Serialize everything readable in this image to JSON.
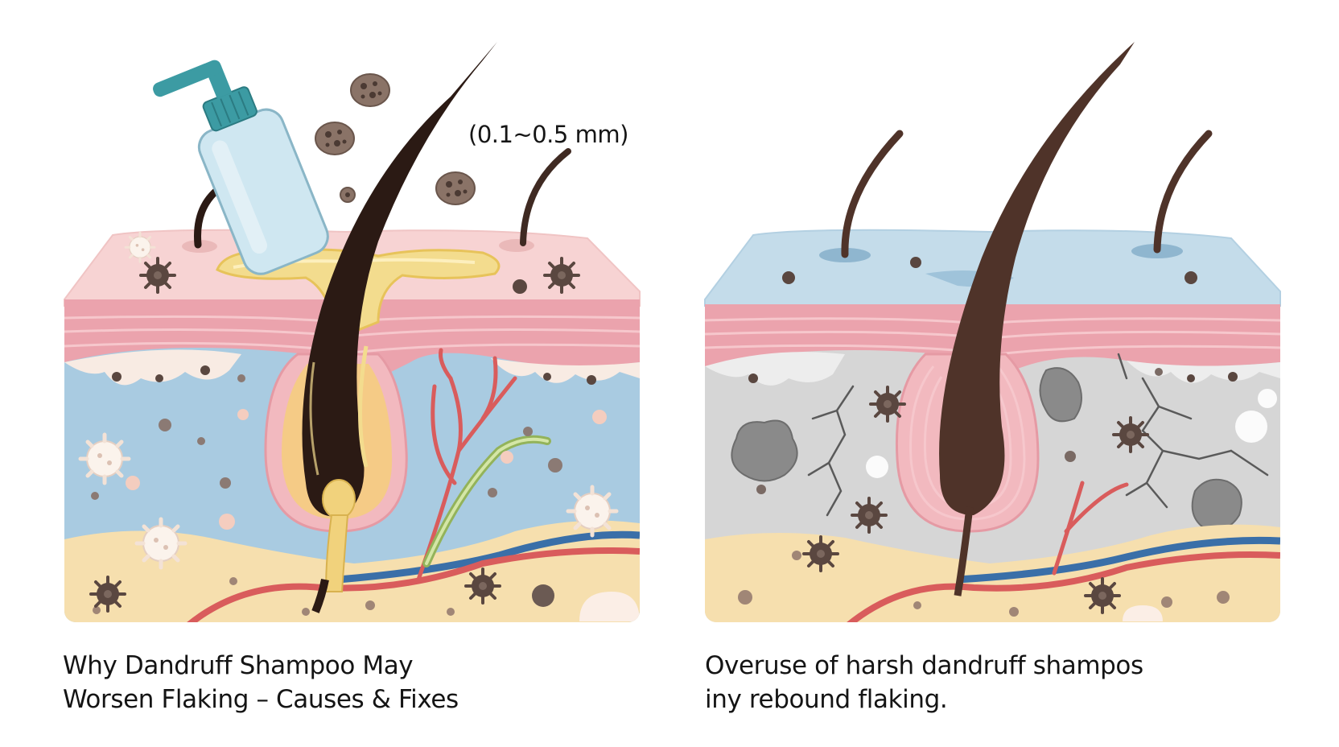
{
  "panels": {
    "left": {
      "annotation": "(0.1~0.5 mm)",
      "caption_line1": "Why Dandruff Shampoo May",
      "caption_line2": "Worsen Flaking – Causes & Fixes"
    },
    "right": {
      "caption_line1": "Overuse of harsh dandruff shampos",
      "caption_line2": "iny rebound flaking."
    }
  },
  "colors": {
    "background": "#ffffff",
    "skin_surface_pink": "#f7d3d3",
    "skin_surface_blue": "#c4dcea",
    "epidermis_band": "#eba3ad",
    "dermis_blue": "#a9cbe1",
    "dermis_gray": "#d6d6d6",
    "fat_layer": "#f6dfae",
    "hair": "#2b1a14",
    "hair_brown": "#4f3329",
    "sebum": "#f3dc8e",
    "bottle": "#cfe7f1",
    "bottle_cap": "#3c9ba3",
    "blood_vessel": "#d95c5c",
    "vein": "#3a6fa8",
    "nerve": "#93b35a",
    "microbe": "#5a4740"
  },
  "icons": {
    "left_panel": [
      "shampoo-bottle-icon",
      "hair-follicle-icon",
      "dandruff-flake-icon",
      "microbe-icon",
      "blood-vessel-icon",
      "sebum-pool-icon"
    ],
    "right_panel": [
      "hair-follicle-icon",
      "dry-skin-crack-icon",
      "microbe-icon",
      "blood-vessel-icon"
    ]
  }
}
